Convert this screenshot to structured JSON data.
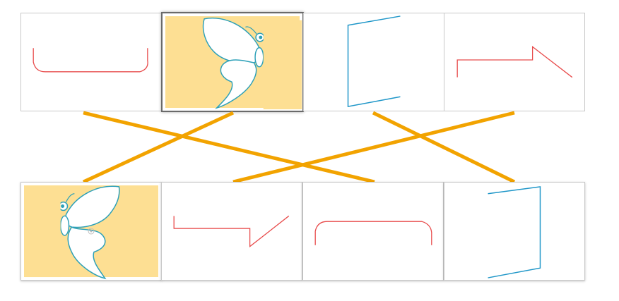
{
  "colors": {
    "connector": "#f2a300",
    "outline_red": "#e84b4b",
    "outline_blue": "#1e96c8",
    "butterfly_bg": "#fddf93",
    "butterfly_fill": "#ffffff",
    "butterfly_stroke": "#2ca0b8",
    "card_border": "#c8c8c8"
  },
  "top_row": [
    {
      "id": "t1",
      "shape": "bracket-red-icon",
      "selected": false
    },
    {
      "id": "t2",
      "shape": "butterfly-half-icon",
      "selected": true
    },
    {
      "id": "t3",
      "shape": "blue-parallelogram-half-icon",
      "selected": false
    },
    {
      "id": "t4",
      "shape": "red-step-line-icon",
      "selected": false
    }
  ],
  "bottom_row": [
    {
      "id": "b1",
      "shape": "butterfly-half-icon"
    },
    {
      "id": "b2",
      "shape": "red-step-line-icon"
    },
    {
      "id": "b3",
      "shape": "bracket-red-icon"
    },
    {
      "id": "b4",
      "shape": "blue-parallelogram-half-icon"
    }
  ],
  "matches": [
    {
      "top": "t1",
      "bottom": "b3"
    },
    {
      "top": "t2",
      "bottom": "b1"
    },
    {
      "top": "t3",
      "bottom": "b4"
    },
    {
      "top": "t4",
      "bottom": "b2"
    }
  ]
}
